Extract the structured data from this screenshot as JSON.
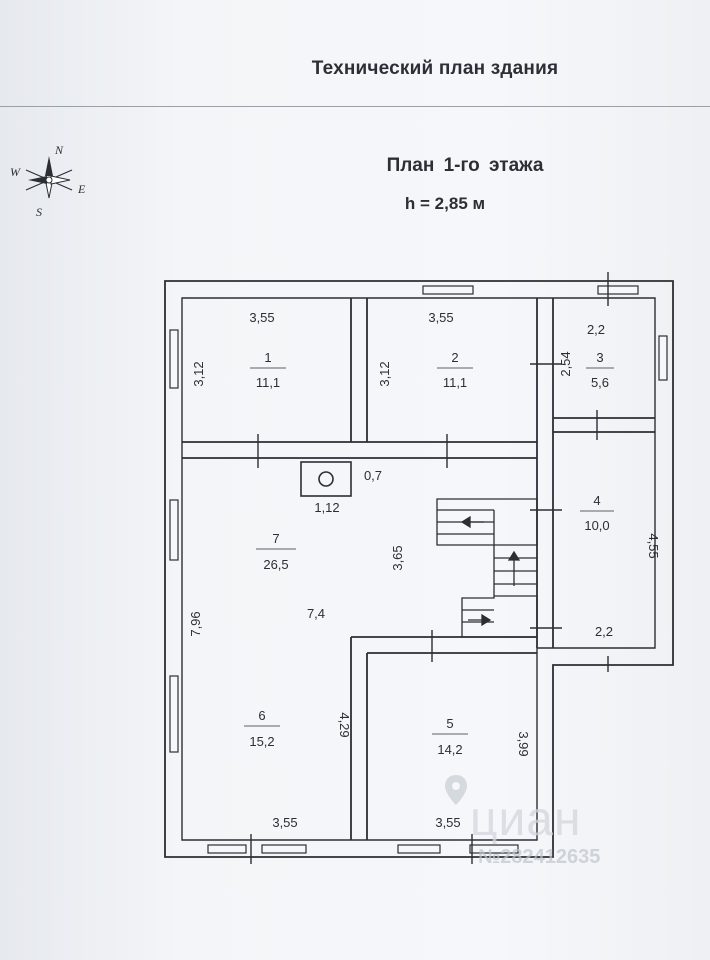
{
  "document": {
    "title": "Технический план здания",
    "floor_title": "План  1-го  этажа",
    "height_label": "h = 2,85 м"
  },
  "compass": {
    "north": "N",
    "south": "S",
    "west": "W",
    "east": "E"
  },
  "rooms": [
    {
      "number": "1",
      "area": "11,1"
    },
    {
      "number": "2",
      "area": "11,1"
    },
    {
      "number": "3",
      "area": "5,6"
    },
    {
      "number": "4",
      "area": "10,0"
    },
    {
      "number": "5",
      "area": "14,2"
    },
    {
      "number": "6",
      "area": "15,2"
    },
    {
      "number": "7",
      "area": "26,5"
    }
  ],
  "dimensions": {
    "room1_width": "3,55",
    "room1_depth": "3,12",
    "room2_width": "3,55",
    "room2_depth": "3,12",
    "room3_width": "2,2",
    "room3_depth": "2,54",
    "chimney_side": "0,7",
    "chimney_front": "1,12",
    "hall_depth": "3,65",
    "hall_length": "7,4",
    "left_wall": "7,96",
    "room4_depth": "4,55",
    "room4_width": "2,2",
    "room6_depth": "4,29",
    "room5_depth": "3,99",
    "room6_width": "3,55",
    "room5_width": "3,55"
  },
  "watermark": {
    "brand": "циан",
    "id": "№282412635"
  }
}
